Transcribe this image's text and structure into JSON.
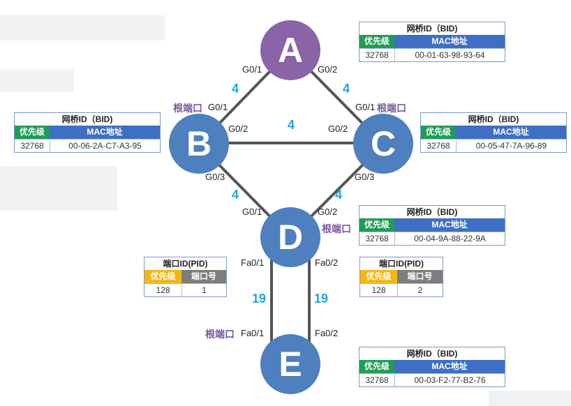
{
  "nodes": {
    "a": "A",
    "b": "B",
    "c": "C",
    "d": "D",
    "e": "E"
  },
  "ports": {
    "a_g01": "G0/1",
    "a_g02": "G0/2",
    "b_g01": "G0/1",
    "b_g02": "G0/2",
    "b_g03": "G0/3",
    "c_g01": "G0/1",
    "c_g02": "G0/2",
    "c_g03": "G0/3",
    "d_g01": "G0/1",
    "d_g02": "G0/2",
    "d_fa01": "Fa0/1",
    "d_fa02": "Fa0/2",
    "e_fa01": "Fa0/1",
    "e_fa02": "Fa0/2"
  },
  "costs": {
    "ab": "4",
    "ac": "4",
    "bc": "4",
    "bd": "4",
    "cd": "4",
    "de1": "19",
    "de2": "19"
  },
  "root_port_label": "根端口",
  "bid_table": {
    "title": "网桥ID（BID)",
    "col_priority": "优先级",
    "col_mac": "MAC地址"
  },
  "pid_table": {
    "title": "端口ID(PID)",
    "col_priority": "优先级",
    "col_port": "端口号"
  },
  "bridges": {
    "a": {
      "priority": "32768",
      "mac": "00-01-63-98-93-64"
    },
    "b": {
      "priority": "32768",
      "mac": "00-06-2A-C7-A3-95"
    },
    "c": {
      "priority": "32768",
      "mac": "00-05-47-7A-96-89"
    },
    "d": {
      "priority": "32768",
      "mac": "00-04-9A-88-22-9A"
    },
    "e": {
      "priority": "32768",
      "mac": "00-03-F2-77-B2-76"
    }
  },
  "port_ids": {
    "fa01": {
      "priority": "128",
      "port": "1"
    },
    "fa02": {
      "priority": "128",
      "port": "2"
    }
  },
  "colors": {
    "root_bridge": "#8a64a6",
    "bridge": "#4e7fbf",
    "cost": "#22a5df",
    "root_port": "#7a56a3",
    "priority_header": "#1f9d57",
    "mac_header": "#3f6fc4",
    "pid_priority_header": "#f2b616",
    "port_header": "#7d7d7d",
    "link": "#555555"
  }
}
